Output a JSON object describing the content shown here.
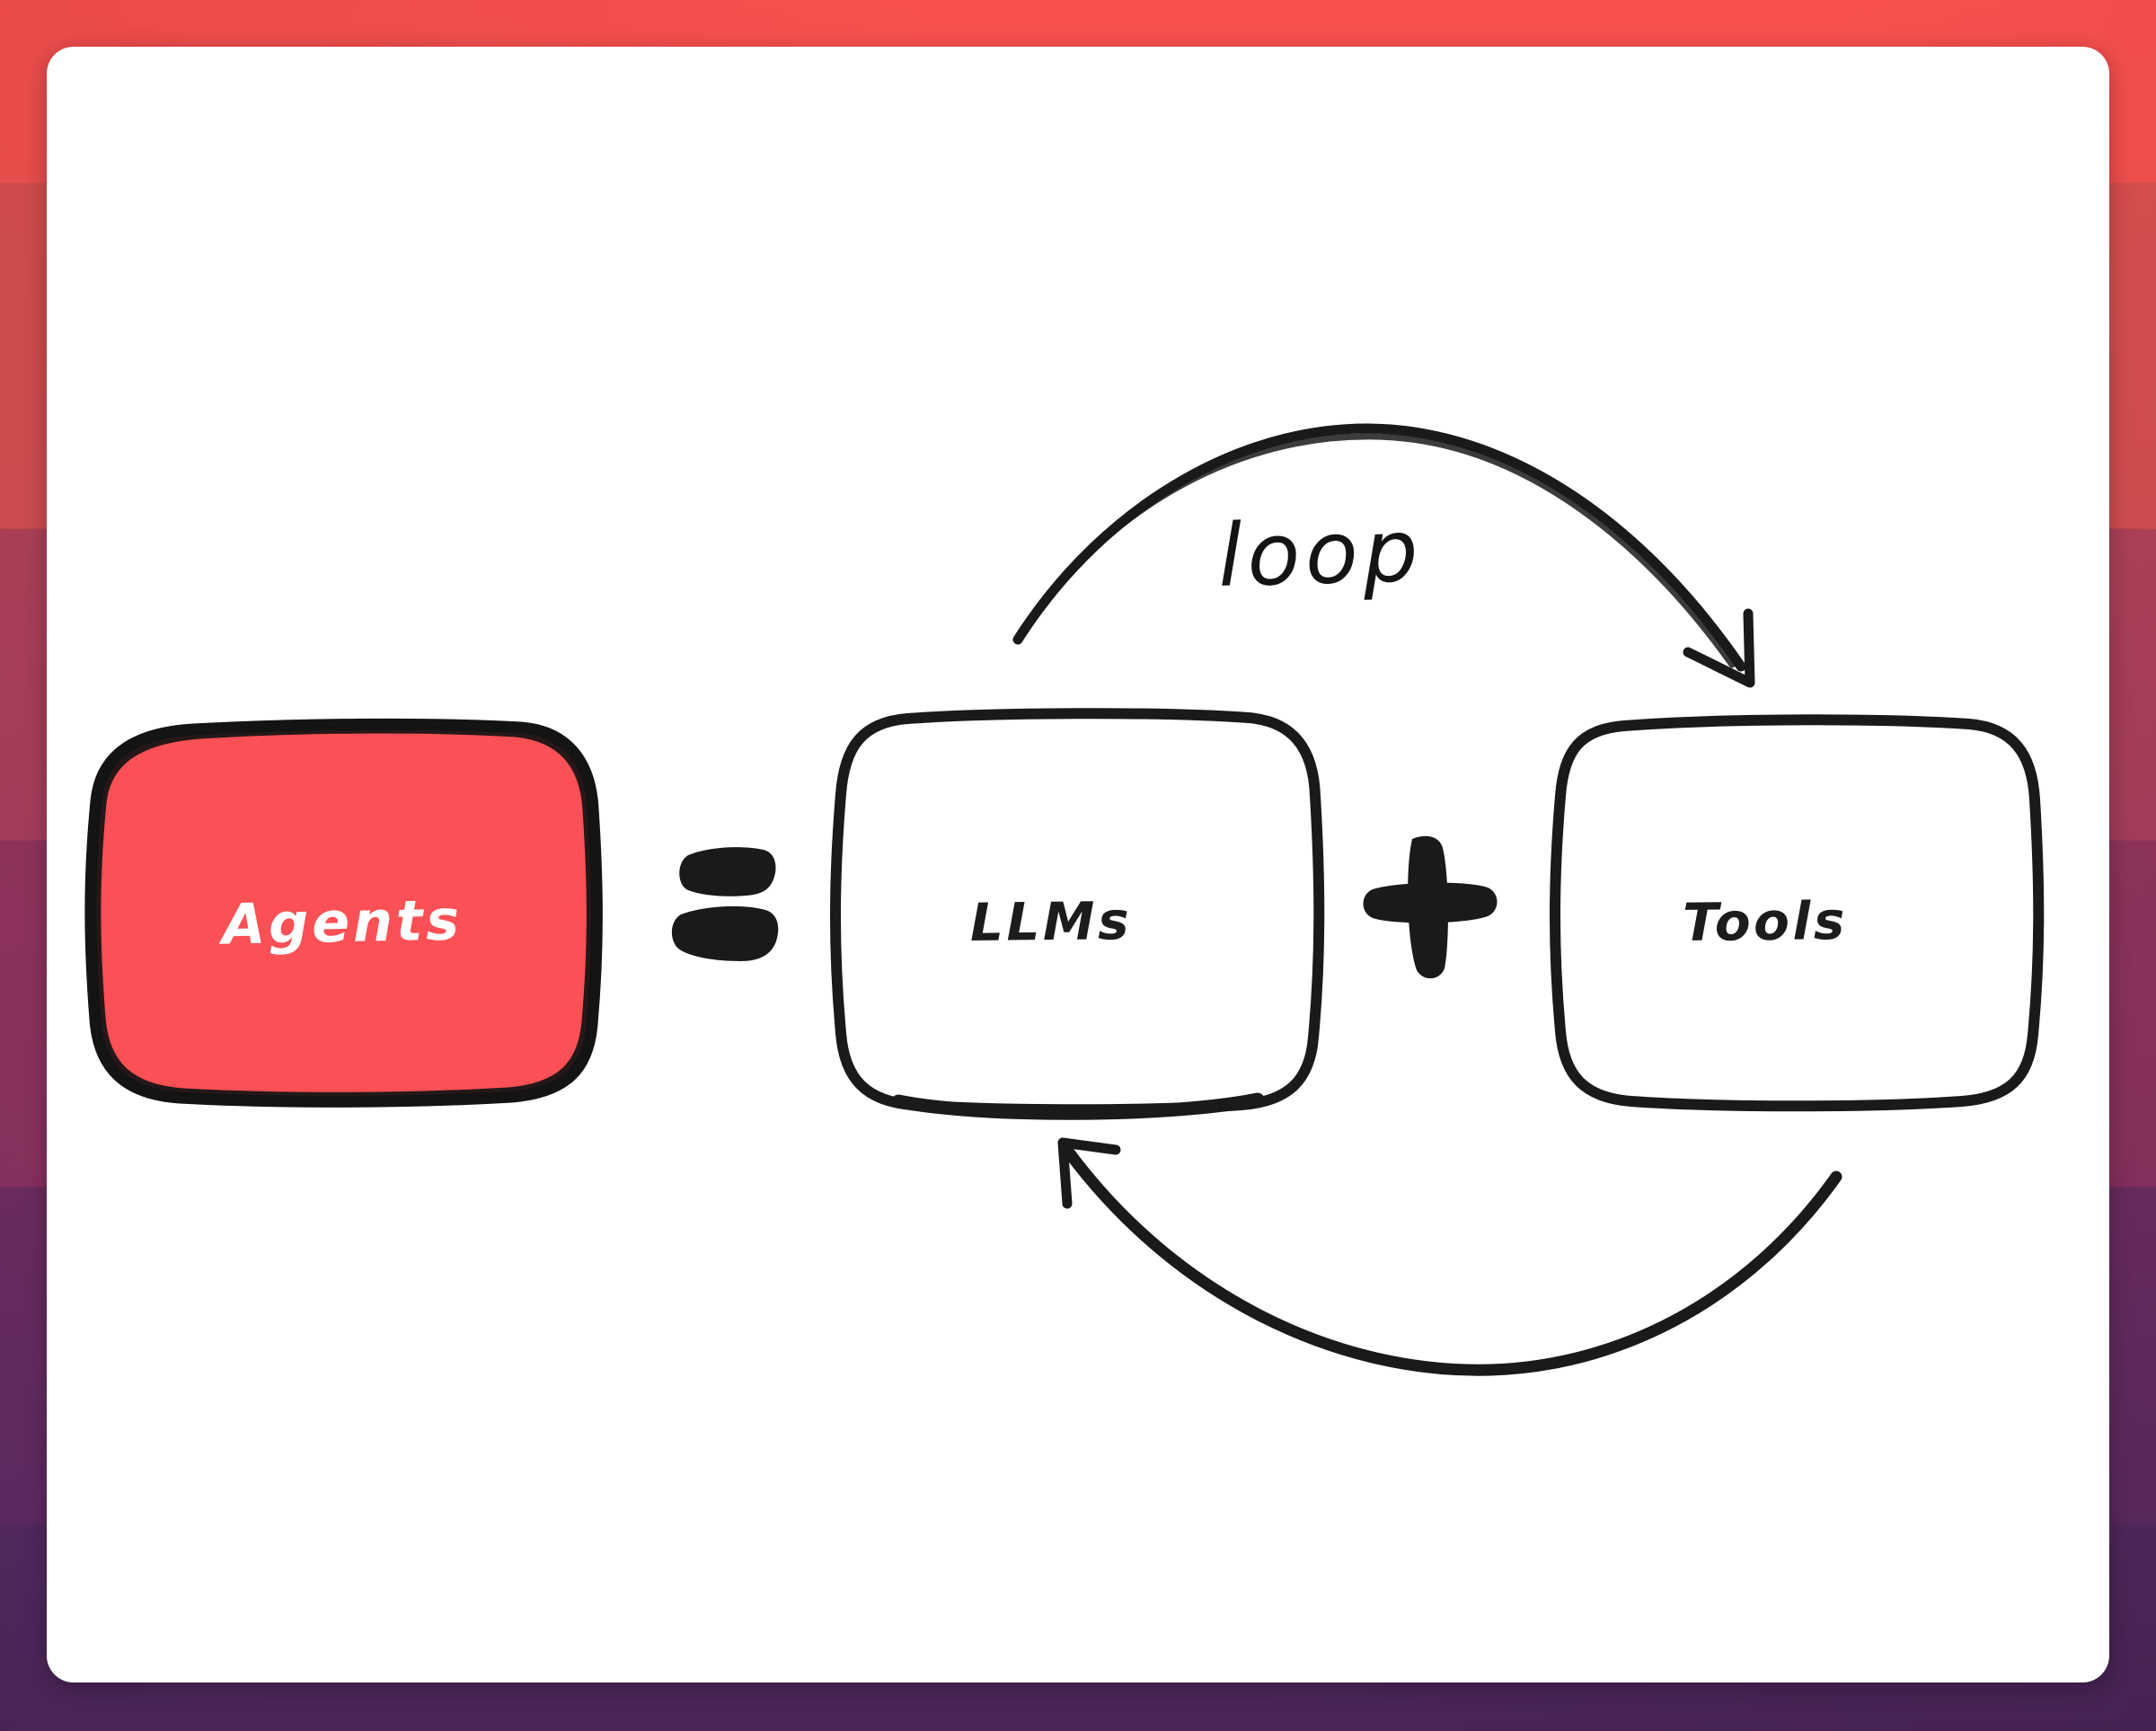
{
  "canvas": {
    "background_top_color": "#f8504f",
    "background_bottom_color": "#52295f",
    "card_color": "#ffffff",
    "ink_color": "#1a1a1a"
  },
  "diagram": {
    "title": "Agents = LLMs + Tools",
    "nodes": [
      {
        "id": "agents",
        "label": "Agents",
        "fill_color": "#fb5055",
        "text_color": "#ffffff",
        "stroke_color": "#141414",
        "shape": "rounded-rectangle"
      },
      {
        "id": "llms",
        "label": "LLMs",
        "fill_color": "#ffffff",
        "text_color": "#1c1c1c",
        "stroke_color": "#1a1a1a",
        "shape": "rounded-rectangle"
      },
      {
        "id": "tools",
        "label": "Tools",
        "fill_color": "#ffffff",
        "text_color": "#1c1c1c",
        "stroke_color": "#1a1a1a",
        "shape": "rounded-rectangle"
      }
    ],
    "operators": [
      {
        "id": "equals",
        "symbol": "=",
        "between": [
          "agents",
          "llms"
        ]
      },
      {
        "id": "plus",
        "symbol": "+",
        "between": [
          "llms",
          "tools"
        ]
      }
    ],
    "edges": [
      {
        "id": "loop-forward",
        "label": "loop",
        "from": "llms",
        "to": "tools",
        "direction": "llms-to-tools",
        "style": "curved-arc-above",
        "arrowhead": "at-tools"
      },
      {
        "id": "loop-return",
        "label": "",
        "from": "tools",
        "to": "llms",
        "direction": "tools-to-llms",
        "style": "curved-arc-below",
        "arrowhead": "at-llms"
      }
    ]
  }
}
